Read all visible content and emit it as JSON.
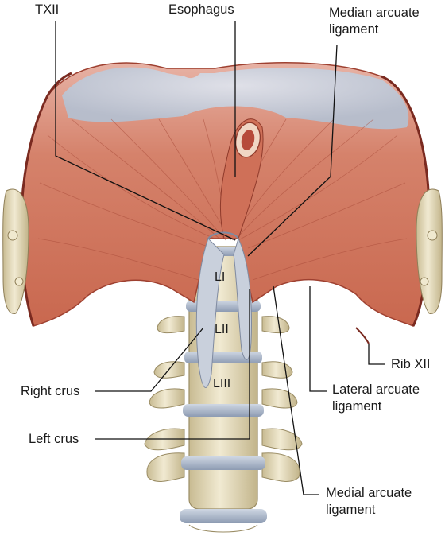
{
  "labels": {
    "txii": "TXII",
    "esophagus": "Esophagus",
    "median_arcuate_1": "Median arcuate",
    "median_arcuate_2": "ligament",
    "rib_xii": "Rib XII",
    "right_crus": "Right crus",
    "lateral_arcuate_1": "Lateral arcuate",
    "lateral_arcuate_2": "ligament",
    "left_crus": "Left crus",
    "medial_arcuate_1": "Medial arcuate",
    "medial_arcuate_2": "ligament"
  },
  "vertebrae": {
    "l1": "LI",
    "l2": "LII",
    "l3": "LIII"
  },
  "colors": {
    "muscle": "#d27a62",
    "muscle_dark": "#a8473a",
    "tendon": "#c9d0dc",
    "bone": "#e7dfc1",
    "bone_shadow": "#b8ab83",
    "disc": "#a9b6c8",
    "leader": "#111111"
  }
}
